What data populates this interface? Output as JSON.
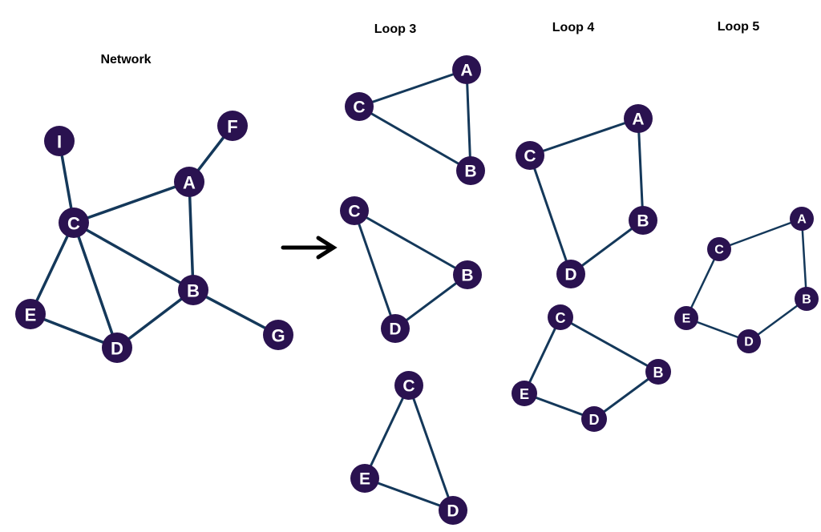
{
  "headings": {
    "network": "Network",
    "loop3": "Loop 3",
    "loop4": "Loop 4",
    "loop5": "Loop 5"
  },
  "colors": {
    "node_fill": "#2a1250",
    "edge": "#14385a",
    "label": "#ffffff",
    "arrow": "#000000"
  },
  "graphs": [
    {
      "id": "network",
      "nodes": [
        "I",
        "F",
        "A",
        "C",
        "B",
        "E",
        "D",
        "G"
      ],
      "edges": [
        [
          "I",
          "C"
        ],
        [
          "F",
          "A"
        ],
        [
          "A",
          "C"
        ],
        [
          "A",
          "B"
        ],
        [
          "C",
          "B"
        ],
        [
          "C",
          "E"
        ],
        [
          "C",
          "D"
        ],
        [
          "E",
          "D"
        ],
        [
          "D",
          "B"
        ],
        [
          "B",
          "G"
        ]
      ]
    },
    {
      "id": "loop3-1",
      "nodes": [
        "A",
        "C",
        "B"
      ],
      "edges": [
        [
          "A",
          "C"
        ],
        [
          "A",
          "B"
        ],
        [
          "C",
          "B"
        ]
      ]
    },
    {
      "id": "loop3-2",
      "nodes": [
        "C",
        "B",
        "D"
      ],
      "edges": [
        [
          "C",
          "B"
        ],
        [
          "C",
          "D"
        ],
        [
          "D",
          "B"
        ]
      ]
    },
    {
      "id": "loop3-3",
      "nodes": [
        "C",
        "E",
        "D"
      ],
      "edges": [
        [
          "C",
          "E"
        ],
        [
          "C",
          "D"
        ],
        [
          "E",
          "D"
        ]
      ]
    },
    {
      "id": "loop4-1",
      "nodes": [
        "A",
        "C",
        "B",
        "D"
      ],
      "edges": [
        [
          "A",
          "C"
        ],
        [
          "A",
          "B"
        ],
        [
          "C",
          "D"
        ],
        [
          "D",
          "B"
        ]
      ]
    },
    {
      "id": "loop4-2",
      "nodes": [
        "C",
        "B",
        "E",
        "D"
      ],
      "edges": [
        [
          "C",
          "B"
        ],
        [
          "C",
          "E"
        ],
        [
          "E",
          "D"
        ],
        [
          "D",
          "B"
        ]
      ]
    },
    {
      "id": "loop5-1",
      "nodes": [
        "A",
        "C",
        "B",
        "E",
        "D"
      ],
      "edges": [
        [
          "A",
          "C"
        ],
        [
          "A",
          "B"
        ],
        [
          "C",
          "E"
        ],
        [
          "E",
          "D"
        ],
        [
          "D",
          "B"
        ]
      ]
    }
  ]
}
